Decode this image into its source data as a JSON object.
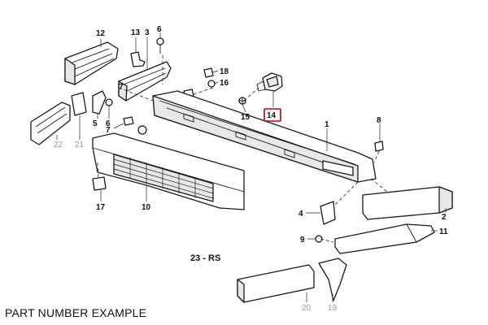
{
  "caption": "PART NUMBER EXAMPLE",
  "highlight_color": "#c00000",
  "labels": {
    "p1": "1",
    "p2": "2",
    "p3": "3",
    "p4": "4",
    "p5": "5",
    "p6a": "6",
    "p6b": "6",
    "p7a": "7",
    "p7b": "7",
    "p8": "8",
    "p9": "9",
    "p10": "10",
    "p11": "11",
    "p12": "12",
    "p13": "13",
    "p14": "14",
    "p15": "15",
    "p16": "16",
    "p17": "17",
    "p18": "18",
    "p19": "19",
    "p20": "20",
    "p21": "21",
    "p22": "22",
    "group": "23 - RS"
  }
}
